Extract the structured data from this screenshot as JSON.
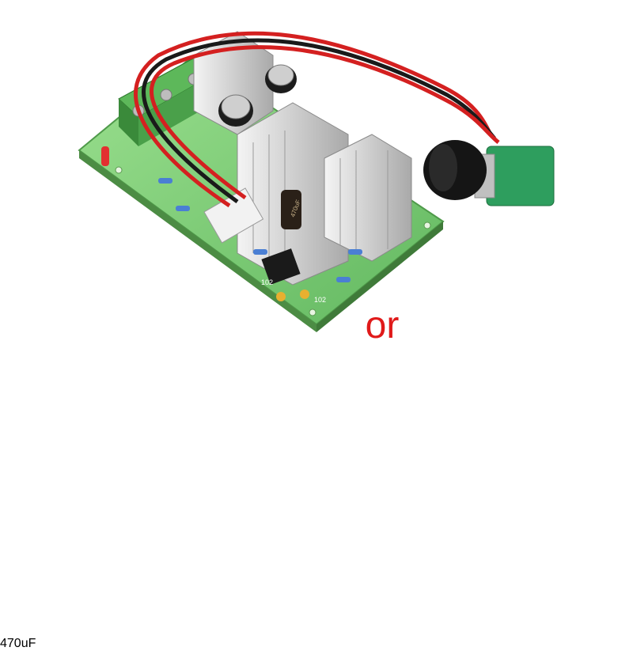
{
  "separator_text": "or",
  "colors": {
    "separator_text": "#e01a1a",
    "pcb": "#7fd07a",
    "heatsink": "#d8d8d8",
    "terminal_block": "#3aa64a",
    "knob": "#151515",
    "potentiometer_body": "#c8a24a",
    "wire_red": "#d42020",
    "wire_black": "#1a1a1a",
    "wire_yellow": "#f0c020"
  },
  "top_module": {
    "capacitor_marking": "470uF",
    "silkscreen_labels": [
      "102",
      "102"
    ]
  },
  "bottom_module": {
    "capacitor_marking": "470uF"
  }
}
